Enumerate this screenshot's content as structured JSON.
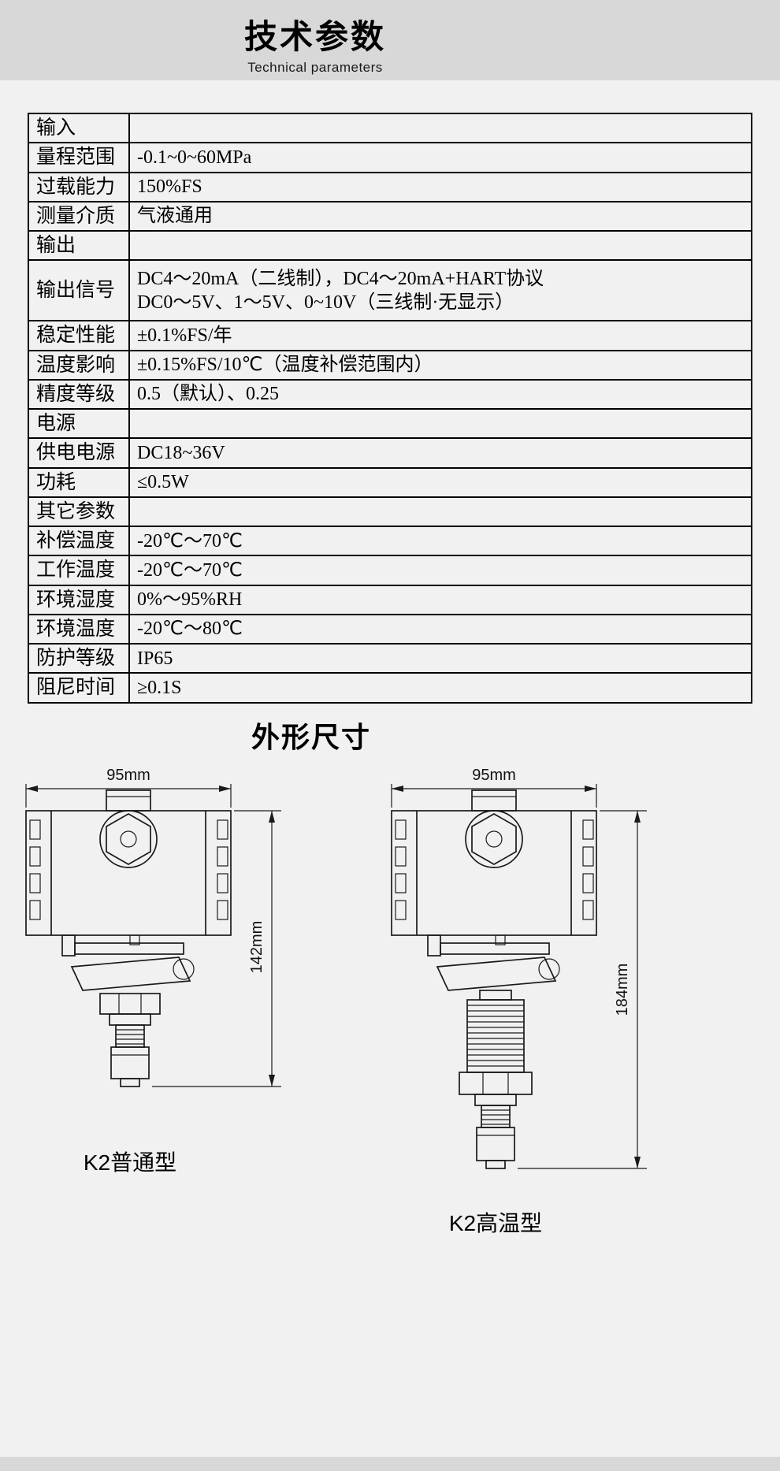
{
  "header": {
    "title": "技术参数",
    "subtitle": "Technical parameters"
  },
  "table": {
    "rows": [
      {
        "label": "输入",
        "value": ""
      },
      {
        "label": "量程范围",
        "value": "-0.1~0~60MPa"
      },
      {
        "label": "过载能力",
        "value": "150%FS"
      },
      {
        "label": "测量介质",
        "value": "气液通用"
      },
      {
        "label": "输出",
        "value": ""
      },
      {
        "label": "输出信号",
        "value": "DC4～20mA（二线制），DC4～20mA+HART协议\nDC0～5V、1～5V、0~10V（三线制·无显示）"
      },
      {
        "label": "稳定性能",
        "value": "±0.1%FS/年"
      },
      {
        "label": "温度影响",
        "value": "±0.15%FS/10℃（温度补偿范围内）"
      },
      {
        "label": "精度等级",
        "value": "0.5（默认）、0.25"
      },
      {
        "label": "电源",
        "value": ""
      },
      {
        "label": "供电电源",
        "value": "DC18~36V"
      },
      {
        "label": "功耗",
        "value": "≤0.5W"
      },
      {
        "label": "其它参数",
        "value": ""
      },
      {
        "label": "补偿温度",
        "value": "-20℃～70℃"
      },
      {
        "label": "工作温度",
        "value": "-20℃～70℃"
      },
      {
        "label": "环境湿度",
        "value": "0%～95%RH"
      },
      {
        "label": "环境温度",
        "value": "-20℃～80℃"
      },
      {
        "label": "防护等级",
        "value": "IP65"
      },
      {
        "label": "阻尼时间",
        "value": "≥0.1S"
      }
    ]
  },
  "dimensions": {
    "title": "外形尺寸",
    "left": {
      "width": "95mm",
      "height": "142mm",
      "label": "K2普通型"
    },
    "right": {
      "width": "95mm",
      "height": "184mm",
      "label": "K2高温型"
    }
  }
}
